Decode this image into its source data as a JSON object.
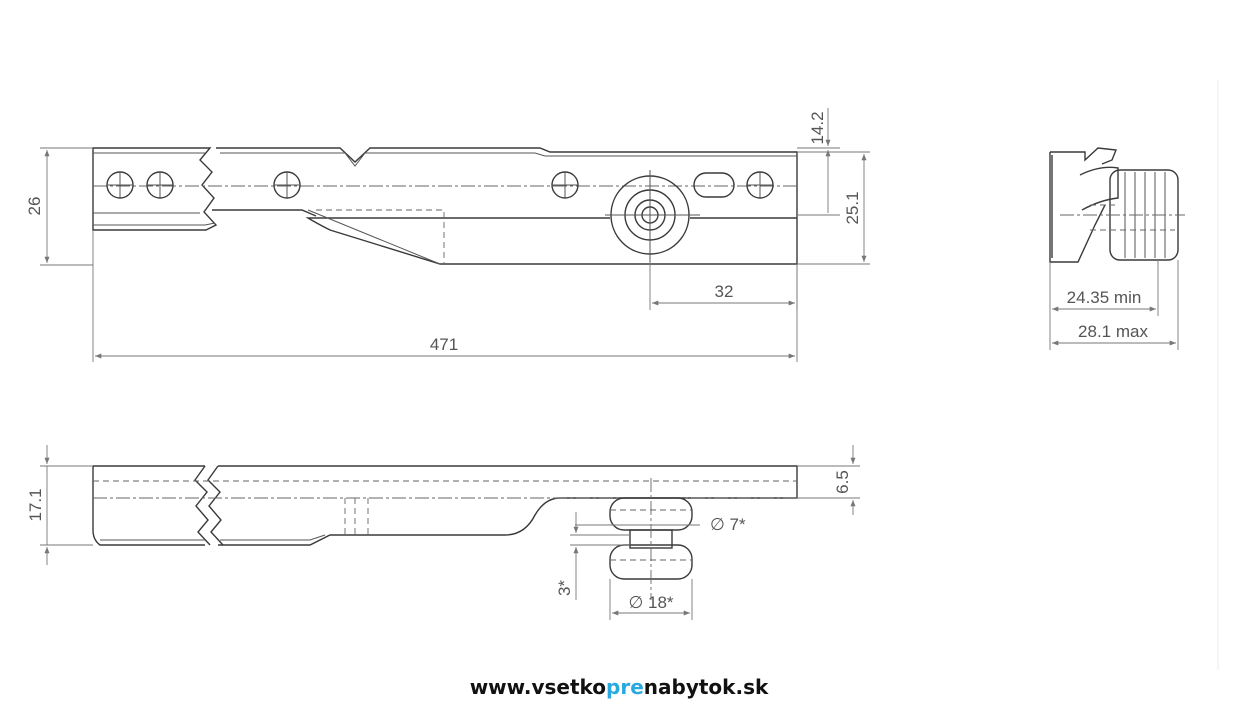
{
  "dimensions": {
    "top_view": {
      "overall_height": "26",
      "hole_to_top": "14.2",
      "part_height": "25.1",
      "roller_offset": "32",
      "overall_length": "471"
    },
    "end_view": {
      "width_min": "24.35 min",
      "width_max": "28.1 max"
    },
    "side_view": {
      "height": "17.1",
      "plate_thickness": "6.5",
      "axle_diameter": "∅ 7*",
      "wheel_diameter": "∅ 18*",
      "wheel_offset": "3*"
    }
  },
  "website": {
    "part1": "www.vsetko",
    "highlight": "pre",
    "part2": "nabytok.sk",
    "highlight_color": "#29a9e0"
  }
}
